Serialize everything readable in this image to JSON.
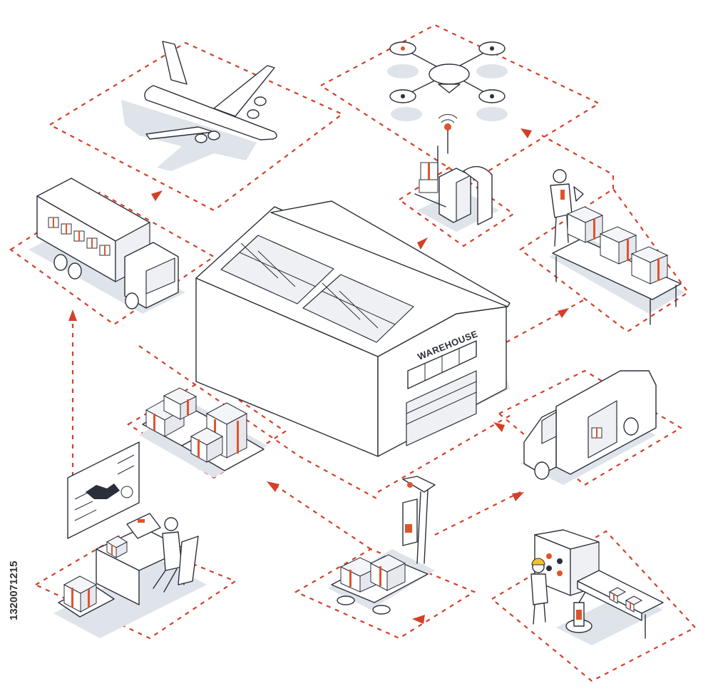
{
  "diagram": {
    "center": {
      "label": "WAREHOUSE"
    },
    "nodes": [
      {
        "id": "airplane",
        "icon": "airplane-icon"
      },
      {
        "id": "drone",
        "icon": "drone-icon"
      },
      {
        "id": "truck",
        "icon": "truck-icon"
      },
      {
        "id": "forklift",
        "icon": "electric-forklift-icon"
      },
      {
        "id": "packing",
        "icon": "packing-worker-icon"
      },
      {
        "id": "pallets",
        "icon": "pallets-icon"
      },
      {
        "id": "van",
        "icon": "delivery-van-icon"
      },
      {
        "id": "office",
        "icon": "office-monitor-icon"
      },
      {
        "id": "pallet-jack",
        "icon": "pallet-jack-icon"
      },
      {
        "id": "factory",
        "icon": "conveyor-robot-icon"
      }
    ],
    "colors": {
      "line": "#2b2f3a",
      "accent": "#e0542b",
      "route": "#d2402a",
      "shadow": "#dfe3ea"
    }
  },
  "watermark": {
    "stock_id": "1320071215"
  }
}
